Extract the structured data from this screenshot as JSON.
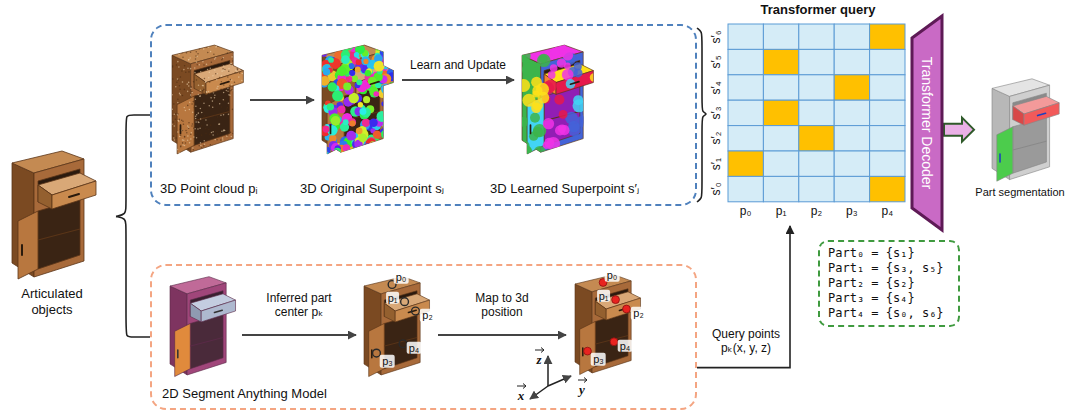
{
  "diagram": {
    "nodes": [
      {
        "text": [
          "Articulated objects"
        ]
      },
      {
        "text": [
          "3D Point cloud pᵢ",
          "3D Original Superpoint sⱼ",
          "3D Learned Superpoint s′ⱼ"
        ]
      },
      {
        "text": [
          "2D Segment Anything Model"
        ]
      },
      {
        "text": [
          "Transformer query"
        ]
      },
      {
        "text": [
          "Transformer Decoder"
        ]
      },
      {
        "text": [
          "Part segmentation"
        ]
      },
      {
        "text": [
          "Part₀ = {s₁}",
          "Part₁ = {s₃, s₅}",
          "Part₂ = {s₂}",
          "Part₃ = {s₄}",
          "Part₄ = {s₀, s₆}"
        ]
      }
    ],
    "edges": [
      {
        "from": 0,
        "to": 1,
        "arrow": "none"
      },
      {
        "from": 0,
        "to": 2,
        "arrow": "none"
      },
      {
        "from": 1,
        "to": 3,
        "arrow": "none"
      },
      {
        "from": 2,
        "to": 3,
        "label": "Query points pₖ(x, y, z)",
        "arrow": "to"
      },
      {
        "from": 4,
        "to": 5,
        "arrow": "to"
      }
    ],
    "labels": [
      "Learn and Update",
      "Inferred part center pₖ",
      "Map to 3d position",
      "p₀",
      "p₁",
      "p₂",
      "p₃",
      "p₄",
      "p₀",
      "p₁",
      "p₂",
      "p₃",
      "p₄",
      "x",
      "y",
      "z",
      "s′₆",
      "s′₅",
      "s′₄",
      "s′₃",
      "s′₂",
      "s′₁",
      "s′₀",
      "p₀",
      "p₁",
      "p₂",
      "p₃",
      "p₄"
    ]
  }
}
